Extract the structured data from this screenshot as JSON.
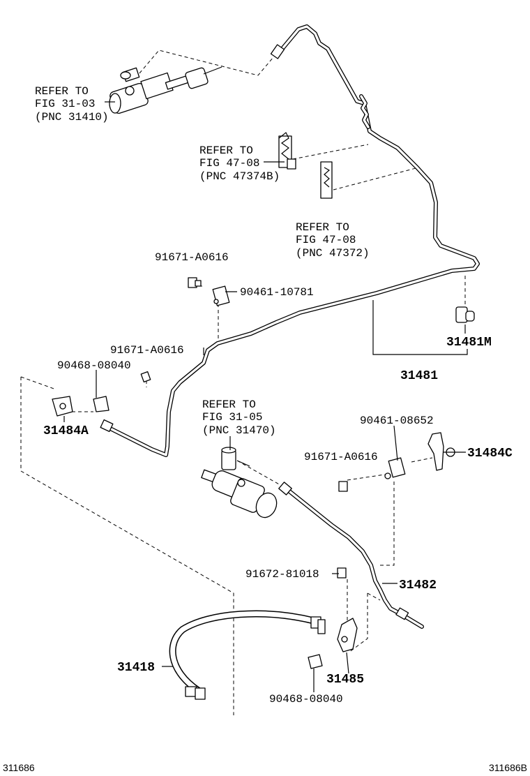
{
  "labels": {
    "refer_master_1": "REFER TO",
    "refer_master_2": "FIG 31-03",
    "refer_master_3": "(PNC 31410)",
    "refer_clamp1_1": "REFER TO",
    "refer_clamp1_2": "FIG 47-08",
    "refer_clamp1_3": "(PNC 47374B)",
    "refer_clamp2_1": "REFER TO",
    "refer_clamp2_2": "FIG 47-08",
    "refer_clamp2_3": "(PNC 47372)",
    "refer_release_1": "REFER TO",
    "refer_release_2": "FIG 31-05",
    "refer_release_3": "(PNC 31470)",
    "p_91671_top": "91671-A0616",
    "p_90461_10781": "90461-10781",
    "p_91671_mid": "91671-A0616",
    "p_90468_top": "90468-08040",
    "p_31484a": "31484A",
    "p_31481m": "31481M",
    "p_31481": "31481",
    "p_90461_08652": "90461-08652",
    "p_91671_low": "91671-A0616",
    "p_31484c": "31484C",
    "p_91672": "91672-81018",
    "p_31482": "31482",
    "p_31418": "31418",
    "p_31485": "31485",
    "p_90468_bot": "90468-08040"
  },
  "footer": {
    "left_code": "311686",
    "right_code": "311686B"
  }
}
